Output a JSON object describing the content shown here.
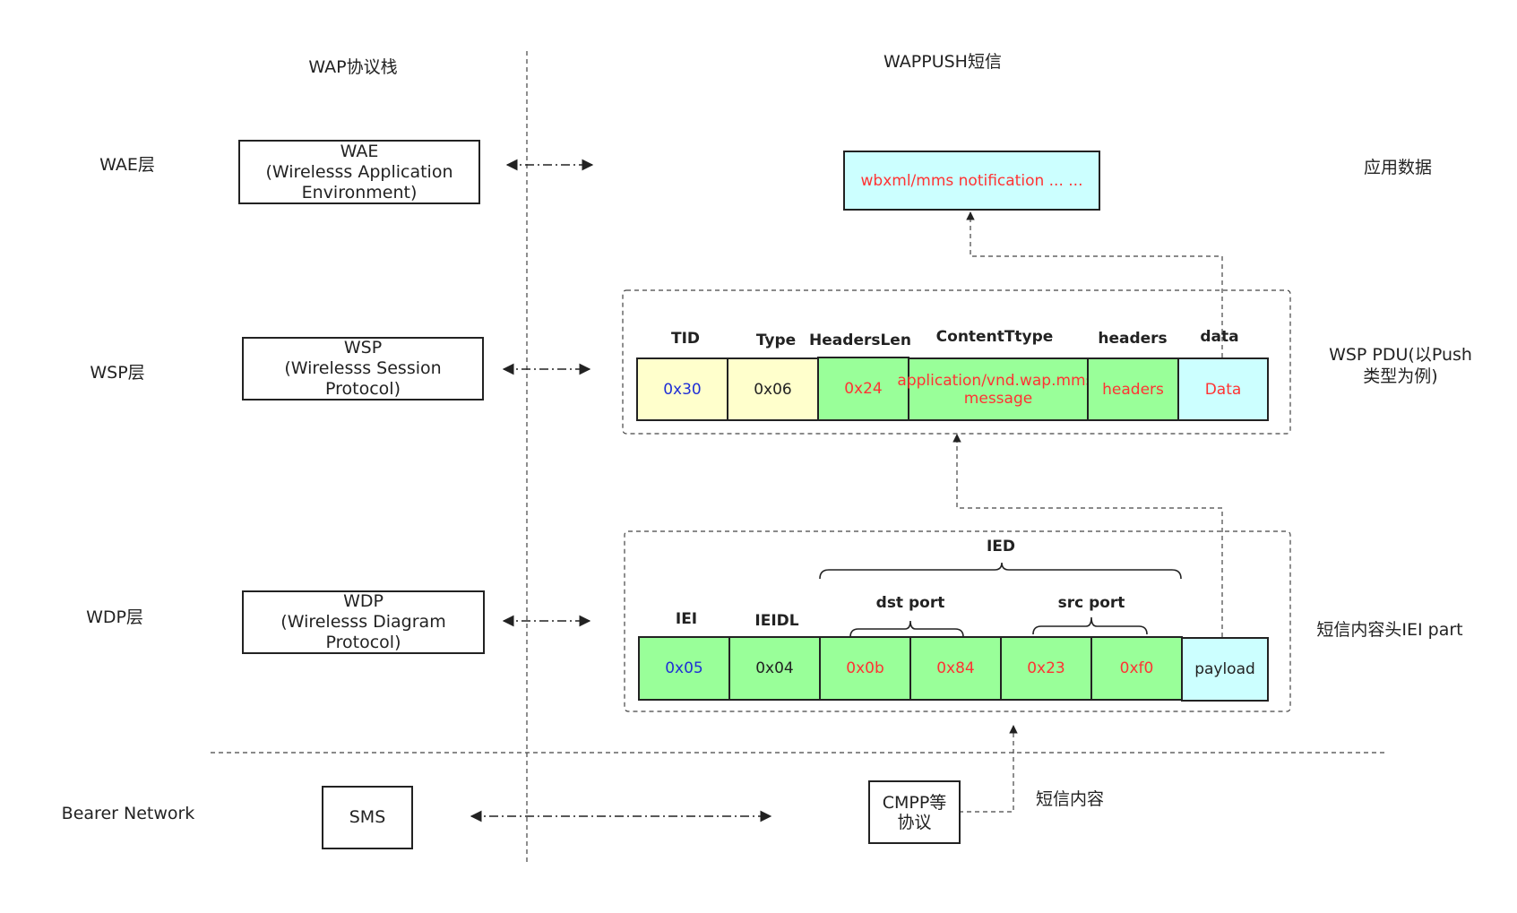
{
  "columns": {
    "left_title": "WAP协议栈",
    "right_title": "WAPPUSH短信"
  },
  "layers": {
    "wae": {
      "label": "WAE层",
      "box_lines": [
        "WAE",
        "(Wirelesss Application",
        "Environment)"
      ]
    },
    "wsp": {
      "label": "WSP层",
      "box_lines": [
        "WSP",
        "(Wirelesss Session",
        "Protocol)"
      ]
    },
    "wdp": {
      "label": "WDP层",
      "box_lines": [
        "WDP",
        "(Wirelesss Diagram",
        "Protocol)"
      ]
    },
    "bearer": {
      "label": "Bearer Network",
      "box_text": "SMS"
    }
  },
  "app_data": {
    "box_text": "wbxml/mms notification ... ...",
    "side_label": "应用数据"
  },
  "wsp_pdu": {
    "side_label_lines": [
      "WSP PDU(以Push",
      "类型为例)"
    ],
    "headers": [
      "TID",
      "Type",
      "HeadersLen",
      "ContentTtype",
      "headers",
      "data"
    ],
    "cells": [
      {
        "text": "0x30",
        "fill": "#ffffcc",
        "text_color": "#1f2fd6"
      },
      {
        "text": "0x06",
        "fill": "#ffffcc",
        "text_color": "#222222"
      },
      {
        "text": "0x24",
        "fill": "#99ff99",
        "text_color": "#ff3333"
      },
      {
        "text": "application/vnd.wap.mms-message",
        "fill": "#99ff99",
        "text_color": "#ff3333"
      },
      {
        "text": "headers",
        "fill": "#99ff99",
        "text_color": "#ff3333"
      },
      {
        "text": "Data",
        "fill": "#ccffff",
        "text_color": "#ff3333"
      }
    ]
  },
  "sms_header": {
    "side_label": "短信内容头IEI part",
    "ied_label": "IED",
    "dst_port_label": "dst port",
    "src_port_label": "src port",
    "iei_label": "IEI",
    "ieidl_label": "IEIDL",
    "cells": [
      {
        "text": "0x05",
        "fill": "#99ff99",
        "text_color": "#1f2fd6"
      },
      {
        "text": "0x04",
        "fill": "#99ff99",
        "text_color": "#222222"
      },
      {
        "text": "0x0b",
        "fill": "#99ff99",
        "text_color": "#ff3333"
      },
      {
        "text": "0x84",
        "fill": "#99ff99",
        "text_color": "#ff3333"
      },
      {
        "text": "0x23",
        "fill": "#99ff99",
        "text_color": "#ff3333"
      },
      {
        "text": "0xf0",
        "fill": "#99ff99",
        "text_color": "#ff3333"
      },
      {
        "text": "payload",
        "fill": "#ccffff",
        "text_color": "#222222"
      }
    ]
  },
  "cmpp": {
    "box_lines": [
      "CMPP等",
      "协议"
    ],
    "side_label": "短信内容"
  }
}
